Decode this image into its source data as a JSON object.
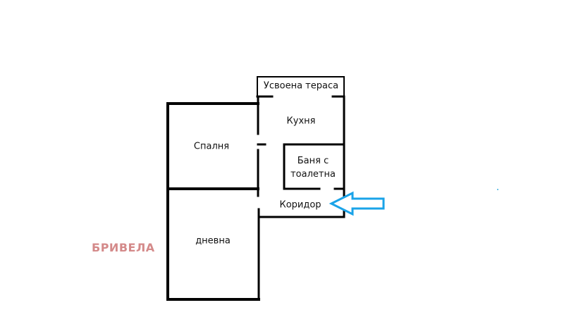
{
  "floorplan": {
    "rooms": [
      {
        "id": "terrace",
        "label": "Усвоена тераса"
      },
      {
        "id": "kitchen",
        "label": "Кухня"
      },
      {
        "id": "bedroom",
        "label": "Спалня"
      },
      {
        "id": "bathroom",
        "label": "Баня с тоалетна",
        "lines": [
          "Баня с",
          "тоалетна"
        ]
      },
      {
        "id": "corridor",
        "label": "Коридор"
      },
      {
        "id": "living",
        "label": "дневна"
      }
    ],
    "entrance_arrow": {
      "color": "#1aa3e8",
      "points_to": "corridor"
    },
    "wall_color": "#000000"
  },
  "watermark": {
    "text": "БРИВЕЛА",
    "color": "#d48a8a"
  }
}
